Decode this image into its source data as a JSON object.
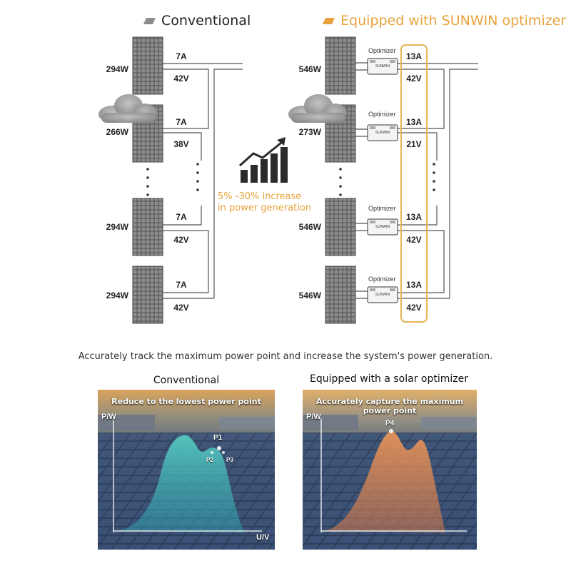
{
  "headers": {
    "conventional": "Conventional",
    "optimizer_prefix": "Equipped with ",
    "optimizer_brand": "SUNWIN",
    "optimizer_suffix": " optimizer"
  },
  "colors": {
    "gray_tag": "#8c8c8c",
    "accent": "#e8a33c",
    "box": "#e6b656"
  },
  "left_string": {
    "panels": [
      {
        "power": "294W",
        "current": "7A",
        "voltage": "42V"
      },
      {
        "power": "266W",
        "current": "7A",
        "voltage": "38V"
      },
      {
        "power": "294W",
        "current": "7A",
        "voltage": "42V"
      },
      {
        "power": "294W",
        "current": "7A",
        "voltage": "42V"
      }
    ]
  },
  "right_string": {
    "optimizer_label": "Optimizer",
    "device_text": "SUNWIN",
    "panels": [
      {
        "power": "546W",
        "current": "13A",
        "voltage": "42V"
      },
      {
        "power": "273W",
        "current": "13A",
        "voltage": "21V"
      },
      {
        "power": "546W",
        "current": "13A",
        "voltage": "42V"
      },
      {
        "power": "546W",
        "current": "13A",
        "voltage": "42V"
      }
    ]
  },
  "increase_text": {
    "line1": "5% -30% increase",
    "line2": "in power generation"
  },
  "caption": "Accurately track the maximum power point and increase the system's power generation.",
  "bottom": {
    "left": {
      "title": "Conventional",
      "overlay": "Reduce to the lowest power point",
      "y_axis": "P/W",
      "x_axis": "U/V",
      "points": [
        "P1",
        "P2",
        "P3"
      ]
    },
    "right": {
      "title": "Equipped with a solar optimizer",
      "overlay": "Accurately capture the maximum power point",
      "y_axis": "P/W",
      "point": "P4"
    }
  }
}
